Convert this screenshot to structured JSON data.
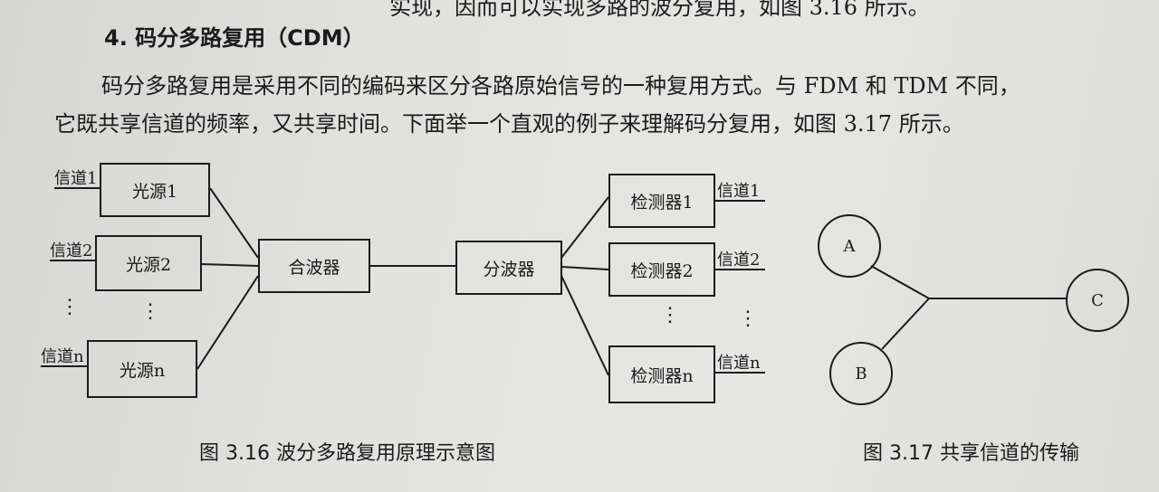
{
  "text": {
    "top_line": "实现，因而可以实现多路的波分复用，如图 3.16 所示。",
    "heading": "4. 码分多路复用（CDM）",
    "paragraph_line_1": "码分多路复用是采用不同的编码来区分各路原始信号的一种复用方式。与 FDM 和 TDM 不同，",
    "paragraph_line_2": "它既共享信道的频率，又共享时间。下面举一个直观的例子来理解码分复用，如图 3.17 所示。"
  },
  "figure_316": {
    "sources": [
      "光源1",
      "光源2",
      "光源n"
    ],
    "input_channels": [
      "信道1",
      "信道2",
      "信道n"
    ],
    "combiner": "合波器",
    "splitter": "分波器",
    "detectors": [
      "检测器1",
      "检测器2",
      "检测器n"
    ],
    "output_channels": [
      "信道1",
      "信道2",
      "信道n"
    ],
    "ellipsis": "⋮",
    "caption": "图 3.16    波分多路复用原理示意图"
  },
  "figure_317": {
    "nodes": [
      "A",
      "B",
      "C"
    ],
    "caption": "图 3.17    共享信道的传输"
  }
}
